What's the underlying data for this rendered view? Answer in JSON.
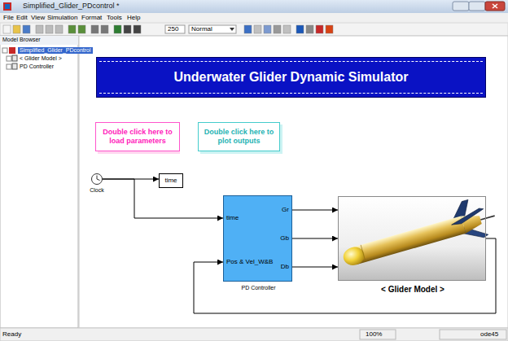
{
  "diagram": {
    "nodes": [
      {
        "text": [
          "Underwater Glider Dynamic Simulator"
        ]
      },
      {
        "text": [
          "Double click here to load parameters"
        ]
      },
      {
        "text": [
          "Double click here to plot outputs"
        ]
      },
      {
        "text": [
          "Clock"
        ]
      },
      {
        "text": [
          "time"
        ]
      },
      {
        "text": [
          "time",
          "Gr",
          "Gb",
          "Db",
          "Pos & Vel_W&B",
          "PD Controller"
        ]
      },
      {
        "text": [
          "< Glider Model >"
        ]
      }
    ],
    "edges": [
      {
        "from": 3,
        "to": 4,
        "arrow": "to"
      },
      {
        "from": 3,
        "to": 5,
        "arrow": "to"
      },
      {
        "from": 5,
        "to": 6,
        "arrow": "to"
      },
      {
        "from": 5,
        "to": 6,
        "arrow": "to"
      },
      {
        "from": 5,
        "to": 6,
        "arrow": "to"
      },
      {
        "from": 6,
        "to": 5,
        "arrow": "to"
      }
    ],
    "labels": [
      "Simplified_Glider_PDcontrol *",
      "File",
      "Edit",
      "View",
      "Simulation",
      "Format",
      "Tools",
      "Help",
      "250",
      "Normal",
      "Model Browser",
      "Simplified_Glider_PDcontrol",
      "< Glider Model >",
      "PD Controller",
      "Ready",
      "100%",
      "ode45"
    ]
  }
}
